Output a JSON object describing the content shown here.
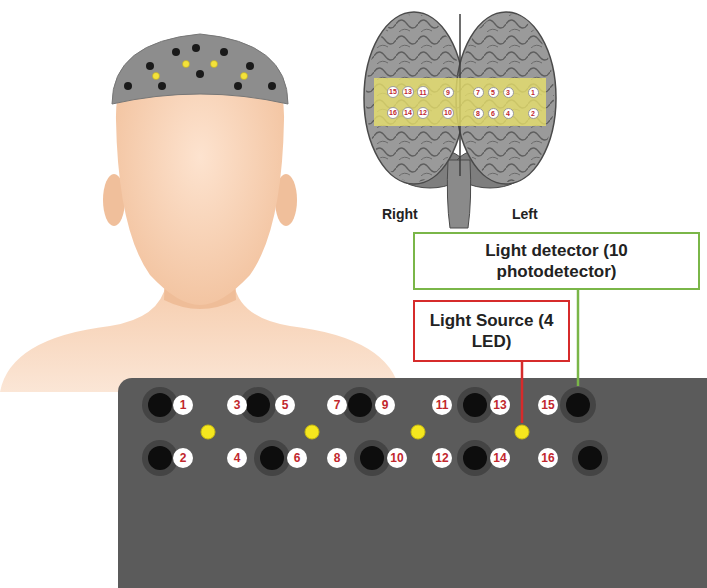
{
  "diagram": {
    "nodes": [
      {
        "text": [
          "15"
        ]
      },
      {
        "text": [
          "13"
        ]
      },
      {
        "text": [
          "11"
        ]
      },
      {
        "text": [
          "9"
        ]
      },
      {
        "text": [
          "7"
        ]
      },
      {
        "text": [
          "5"
        ]
      },
      {
        "text": [
          "3"
        ]
      },
      {
        "text": [
          "1"
        ]
      },
      {
        "text": [
          "16"
        ]
      },
      {
        "text": [
          "14"
        ]
      },
      {
        "text": [
          "12"
        ]
      },
      {
        "text": [
          "10"
        ]
      },
      {
        "text": [
          "8"
        ]
      },
      {
        "text": [
          "6"
        ]
      },
      {
        "text": [
          "4"
        ]
      },
      {
        "text": [
          "2"
        ]
      },
      {
        "text": [
          "Light detector (10 photodetector)"
        ]
      },
      {
        "text": [
          "Light Source (4 LED)"
        ]
      },
      {
        "text": [
          "1"
        ]
      },
      {
        "text": [
          "3"
        ]
      },
      {
        "text": [
          "5"
        ]
      },
      {
        "text": [
          "7"
        ]
      },
      {
        "text": [
          "9"
        ]
      },
      {
        "text": [
          "11"
        ]
      },
      {
        "text": [
          "13"
        ]
      },
      {
        "text": [
          "15"
        ]
      },
      {
        "text": [
          "2"
        ]
      },
      {
        "text": [
          "4"
        ]
      },
      {
        "text": [
          "6"
        ]
      },
      {
        "text": [
          "8"
        ]
      },
      {
        "text": [
          "10"
        ]
      },
      {
        "text": [
          "12"
        ]
      },
      {
        "text": [
          "14"
        ]
      },
      {
        "text": [
          "16"
        ]
      }
    ],
    "labels": [
      "Right",
      "Left"
    ]
  }
}
